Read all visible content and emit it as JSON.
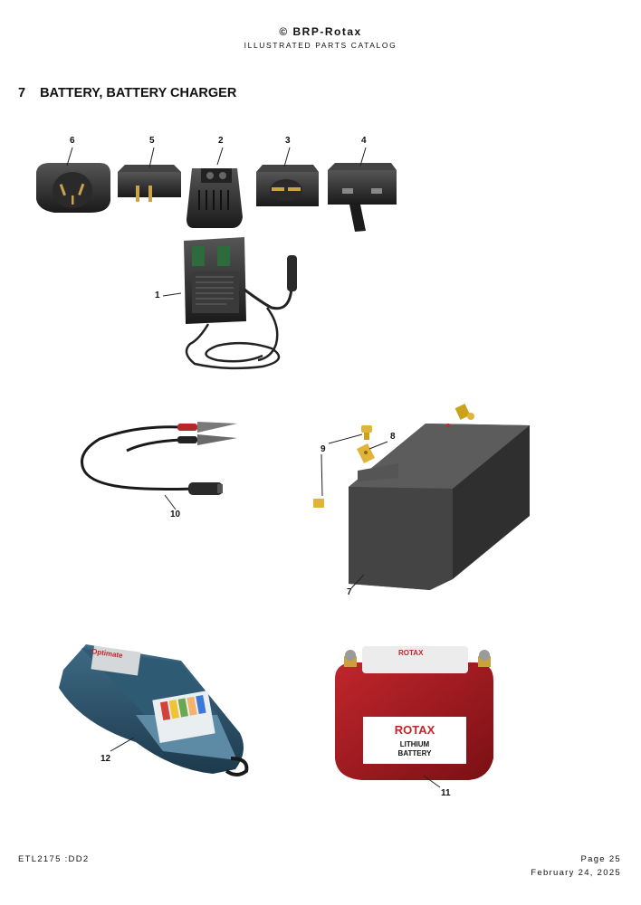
{
  "header": {
    "company": "© BRP-Rotax",
    "subtitle": "ILLUSTRATED PARTS CATALOG"
  },
  "section": {
    "number": "7",
    "title": "BATTERY, BATTERY CHARGER"
  },
  "callouts": [
    "1",
    "2",
    "3",
    "4",
    "5",
    "6",
    "7",
    "8",
    "9",
    "10",
    "11",
    "12"
  ],
  "battery_labels": {
    "brand": "ROTAX",
    "line1": "LITHIUM",
    "line2": "BATTERY",
    "charger_brand": "Optimate"
  },
  "footer": {
    "doc_id": "ETL2175 :DD2",
    "page": "Page 25",
    "date": "February 24, 2025"
  }
}
